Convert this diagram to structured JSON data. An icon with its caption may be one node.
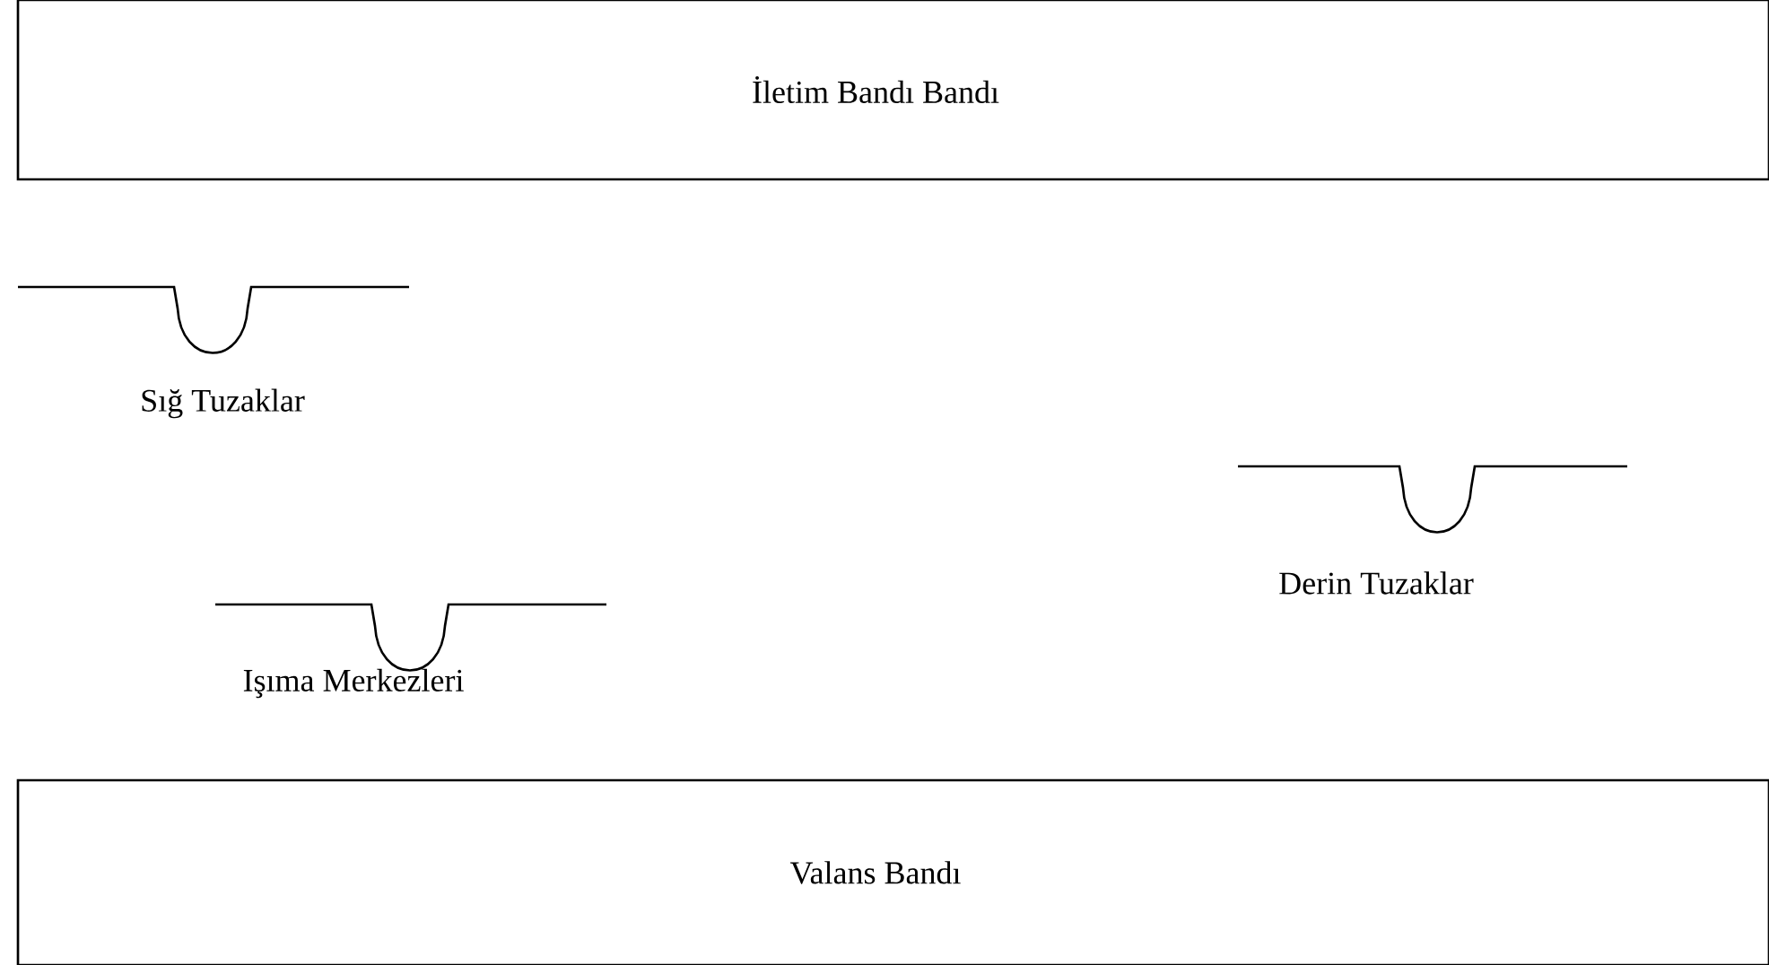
{
  "diagram": {
    "nodes": [
      {
        "text": [
          "İletim Bandı Bandı"
        ]
      },
      {
        "text": [
          "Valans Bandı"
        ]
      }
    ],
    "labels": [
      "Sığ Tuzaklar",
      "Derin Tuzaklar",
      "Işıma Merkezleri"
    ]
  }
}
